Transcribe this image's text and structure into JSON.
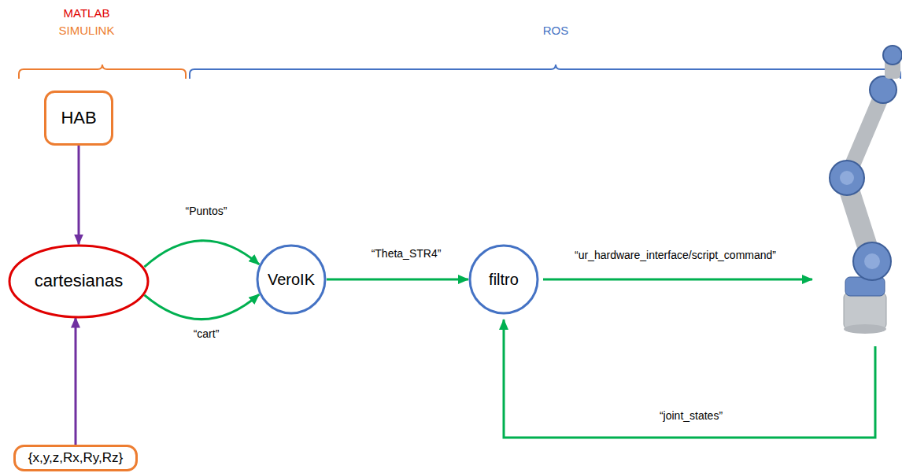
{
  "diagram": {
    "nodes": [
      {
        "text": [
          "HAB"
        ]
      },
      {
        "text": [
          "cartesianas"
        ]
      },
      {
        "text": [
          "VeroIK"
        ]
      },
      {
        "text": [
          "filtro"
        ]
      },
      {
        "text": [
          "{x,y,z,Rx,Ry,Rz}"
        ]
      }
    ],
    "edges": [
      {
        "from": 0,
        "to": 1,
        "arrow": "to"
      },
      {
        "from": 4,
        "to": 1,
        "arrow": "to"
      },
      {
        "from": 1,
        "to": 2,
        "arrow": "to",
        "label": "“Puntos”"
      },
      {
        "from": 1,
        "to": 2,
        "arrow": "to",
        "label": "“cart”"
      },
      {
        "from": 2,
        "to": 3,
        "arrow": "to",
        "label": "“Theta_STR4”"
      }
    ],
    "labels": [
      "MATLAB",
      "SIMULINK",
      "ROS",
      "“ur_hardware_interface/script_command”",
      "“joint_states”"
    ]
  }
}
